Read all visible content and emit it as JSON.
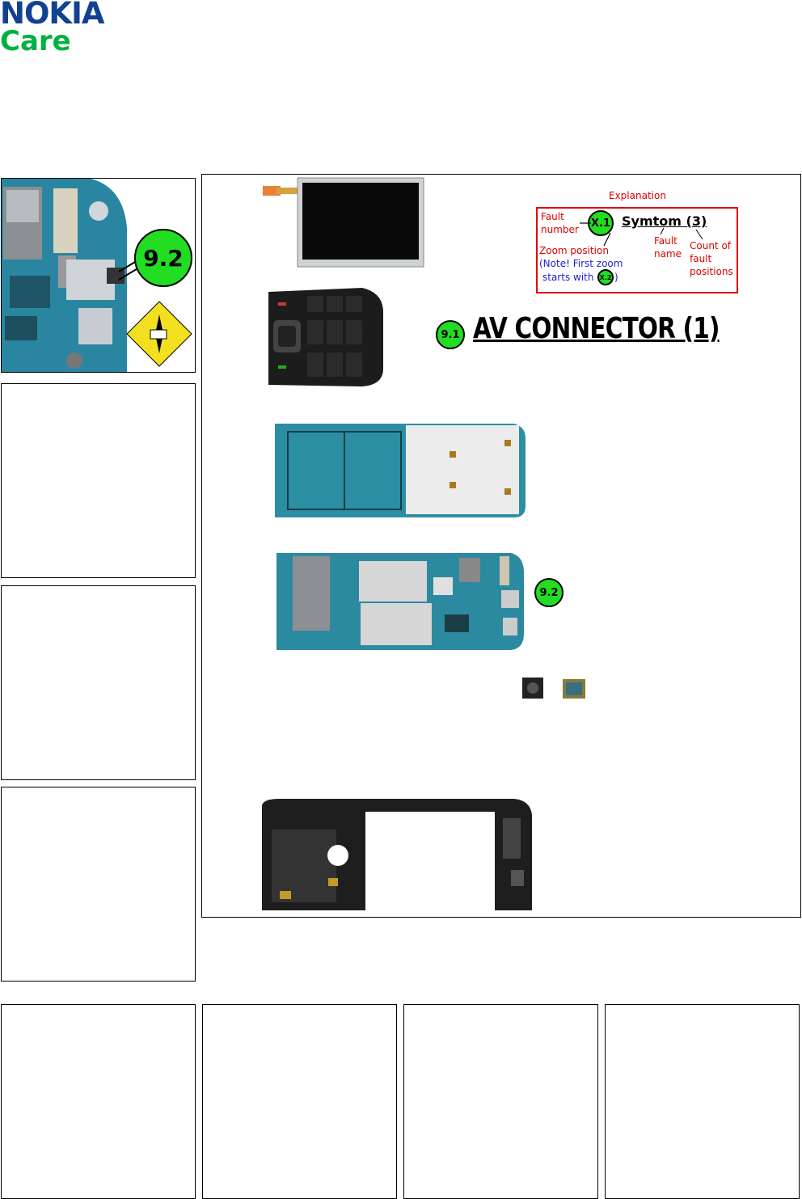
{
  "header": {
    "brand": "NOKIA",
    "sub_brand": "Care"
  },
  "zoom_panel": {
    "callout": "9.2"
  },
  "explanation": {
    "title": "Explanation",
    "fault_number": "Fault\nnumber",
    "example_code": "X.1",
    "symptom_example": "Symtom (3)",
    "zoom_position": "Zoom position",
    "note": "(Note! First zoom",
    "note2": "starts with",
    "zoom_code": "X.2",
    "note_end": ")",
    "fault_name": "Fault\nname",
    "count": "Count of\nfault\npositions"
  },
  "fault": {
    "number": "9.1",
    "title": "AV CONNECTOR (1)"
  },
  "pcb_callout": "9.2",
  "colors": {
    "nokia_blue": "#124191",
    "care_green": "#00b140",
    "callout_green": "#22dd22",
    "red": "#dd0000",
    "blue": "#2222cc"
  }
}
